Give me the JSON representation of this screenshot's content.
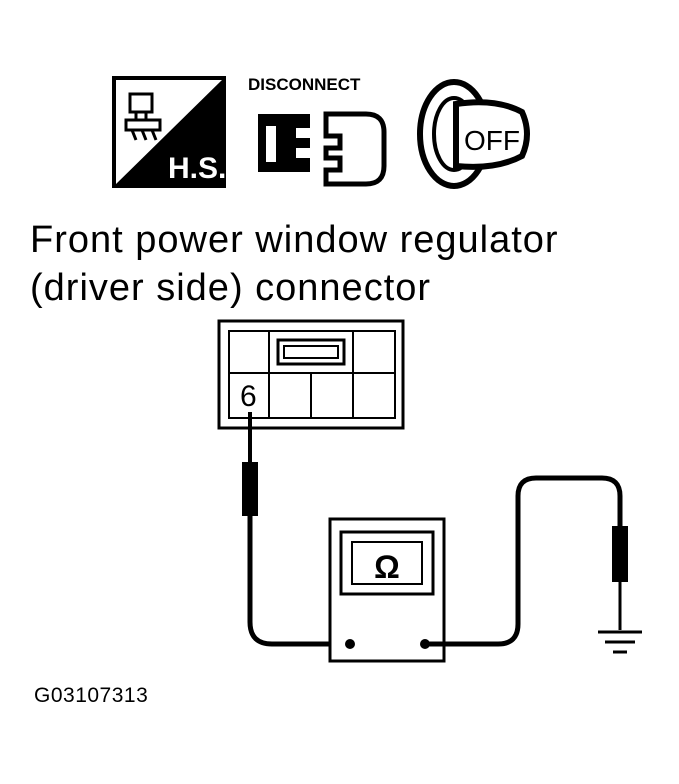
{
  "icons": {
    "hs_label": "H.S.",
    "disconnect_label": "DISCONNECT",
    "key_label": "OFF"
  },
  "connector": {
    "title_line1": "Front power window regulator",
    "title_line2": "(driver side) connector",
    "terminal": "6"
  },
  "meter": {
    "symbol": "Ω"
  },
  "figure_code": "G03107313"
}
